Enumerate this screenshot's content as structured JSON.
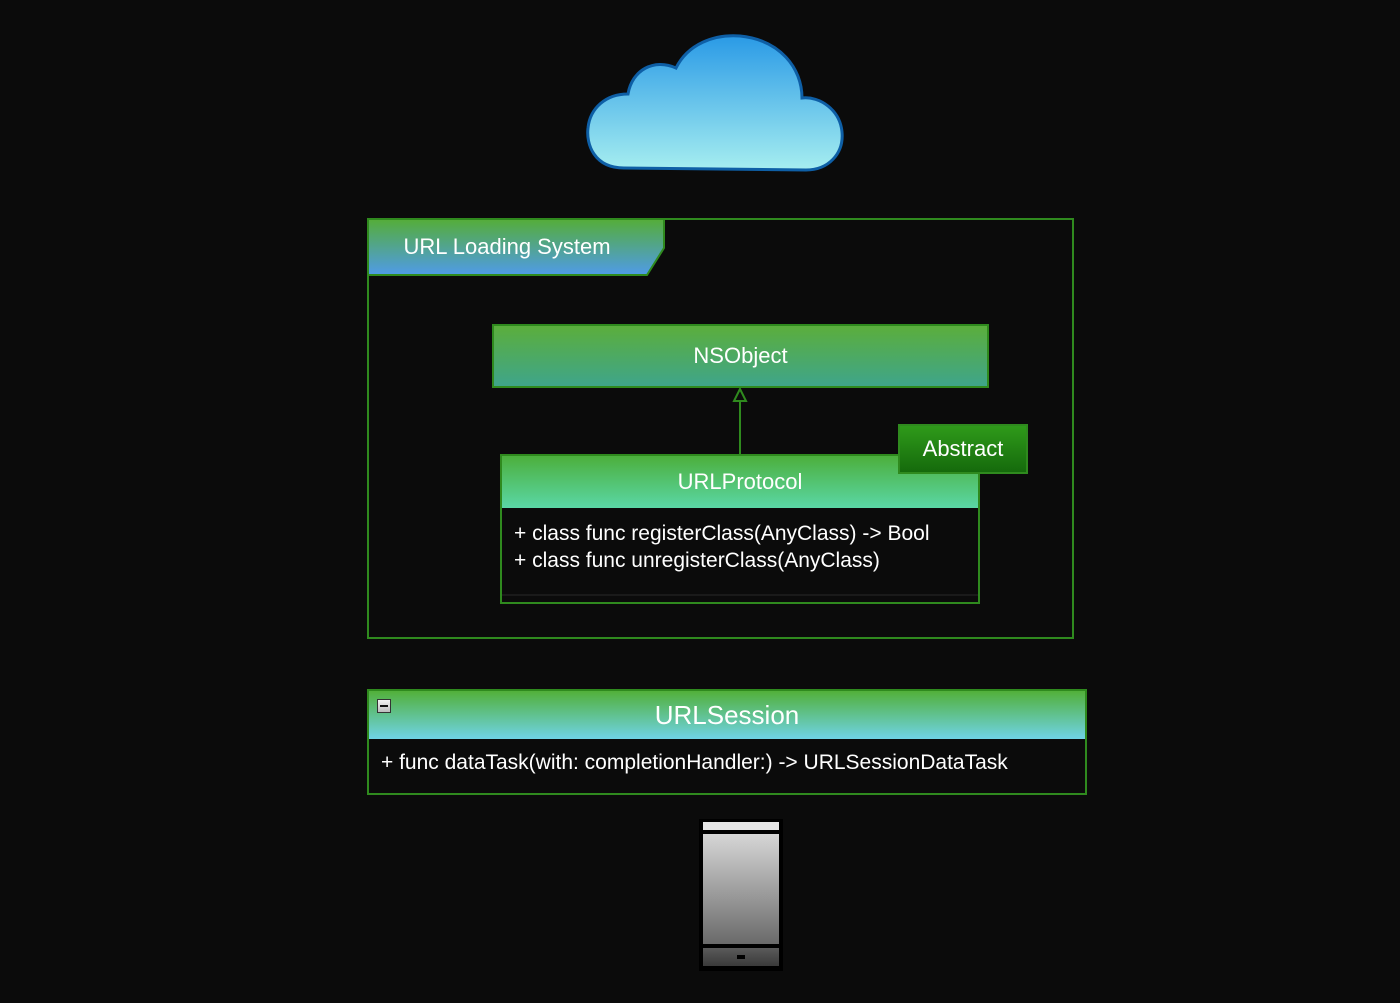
{
  "package": {
    "title": "URL Loading System"
  },
  "nsobject": {
    "name": "NSObject"
  },
  "urlprotocol": {
    "name": "URLProtocol",
    "stereotype": "Abstract",
    "methods": [
      "+ class func registerClass(AnyClass) -> Bool",
      "+ class func unregisterClass(AnyClass)"
    ]
  },
  "urlsession": {
    "name": "URLSession",
    "methods": [
      "+ func dataTask(with: completionHandler:) -> URLSessionDataTask"
    ]
  },
  "icons": {
    "cloud": "cloud-icon",
    "phone": "mobile-device-icon",
    "collapse": "collapse-minus-icon"
  },
  "colors": {
    "background": "#0b0b0b",
    "border_green": "#2f8a1e",
    "cloud_top": "#2f9be3",
    "cloud_bottom": "#a3ecf0"
  }
}
